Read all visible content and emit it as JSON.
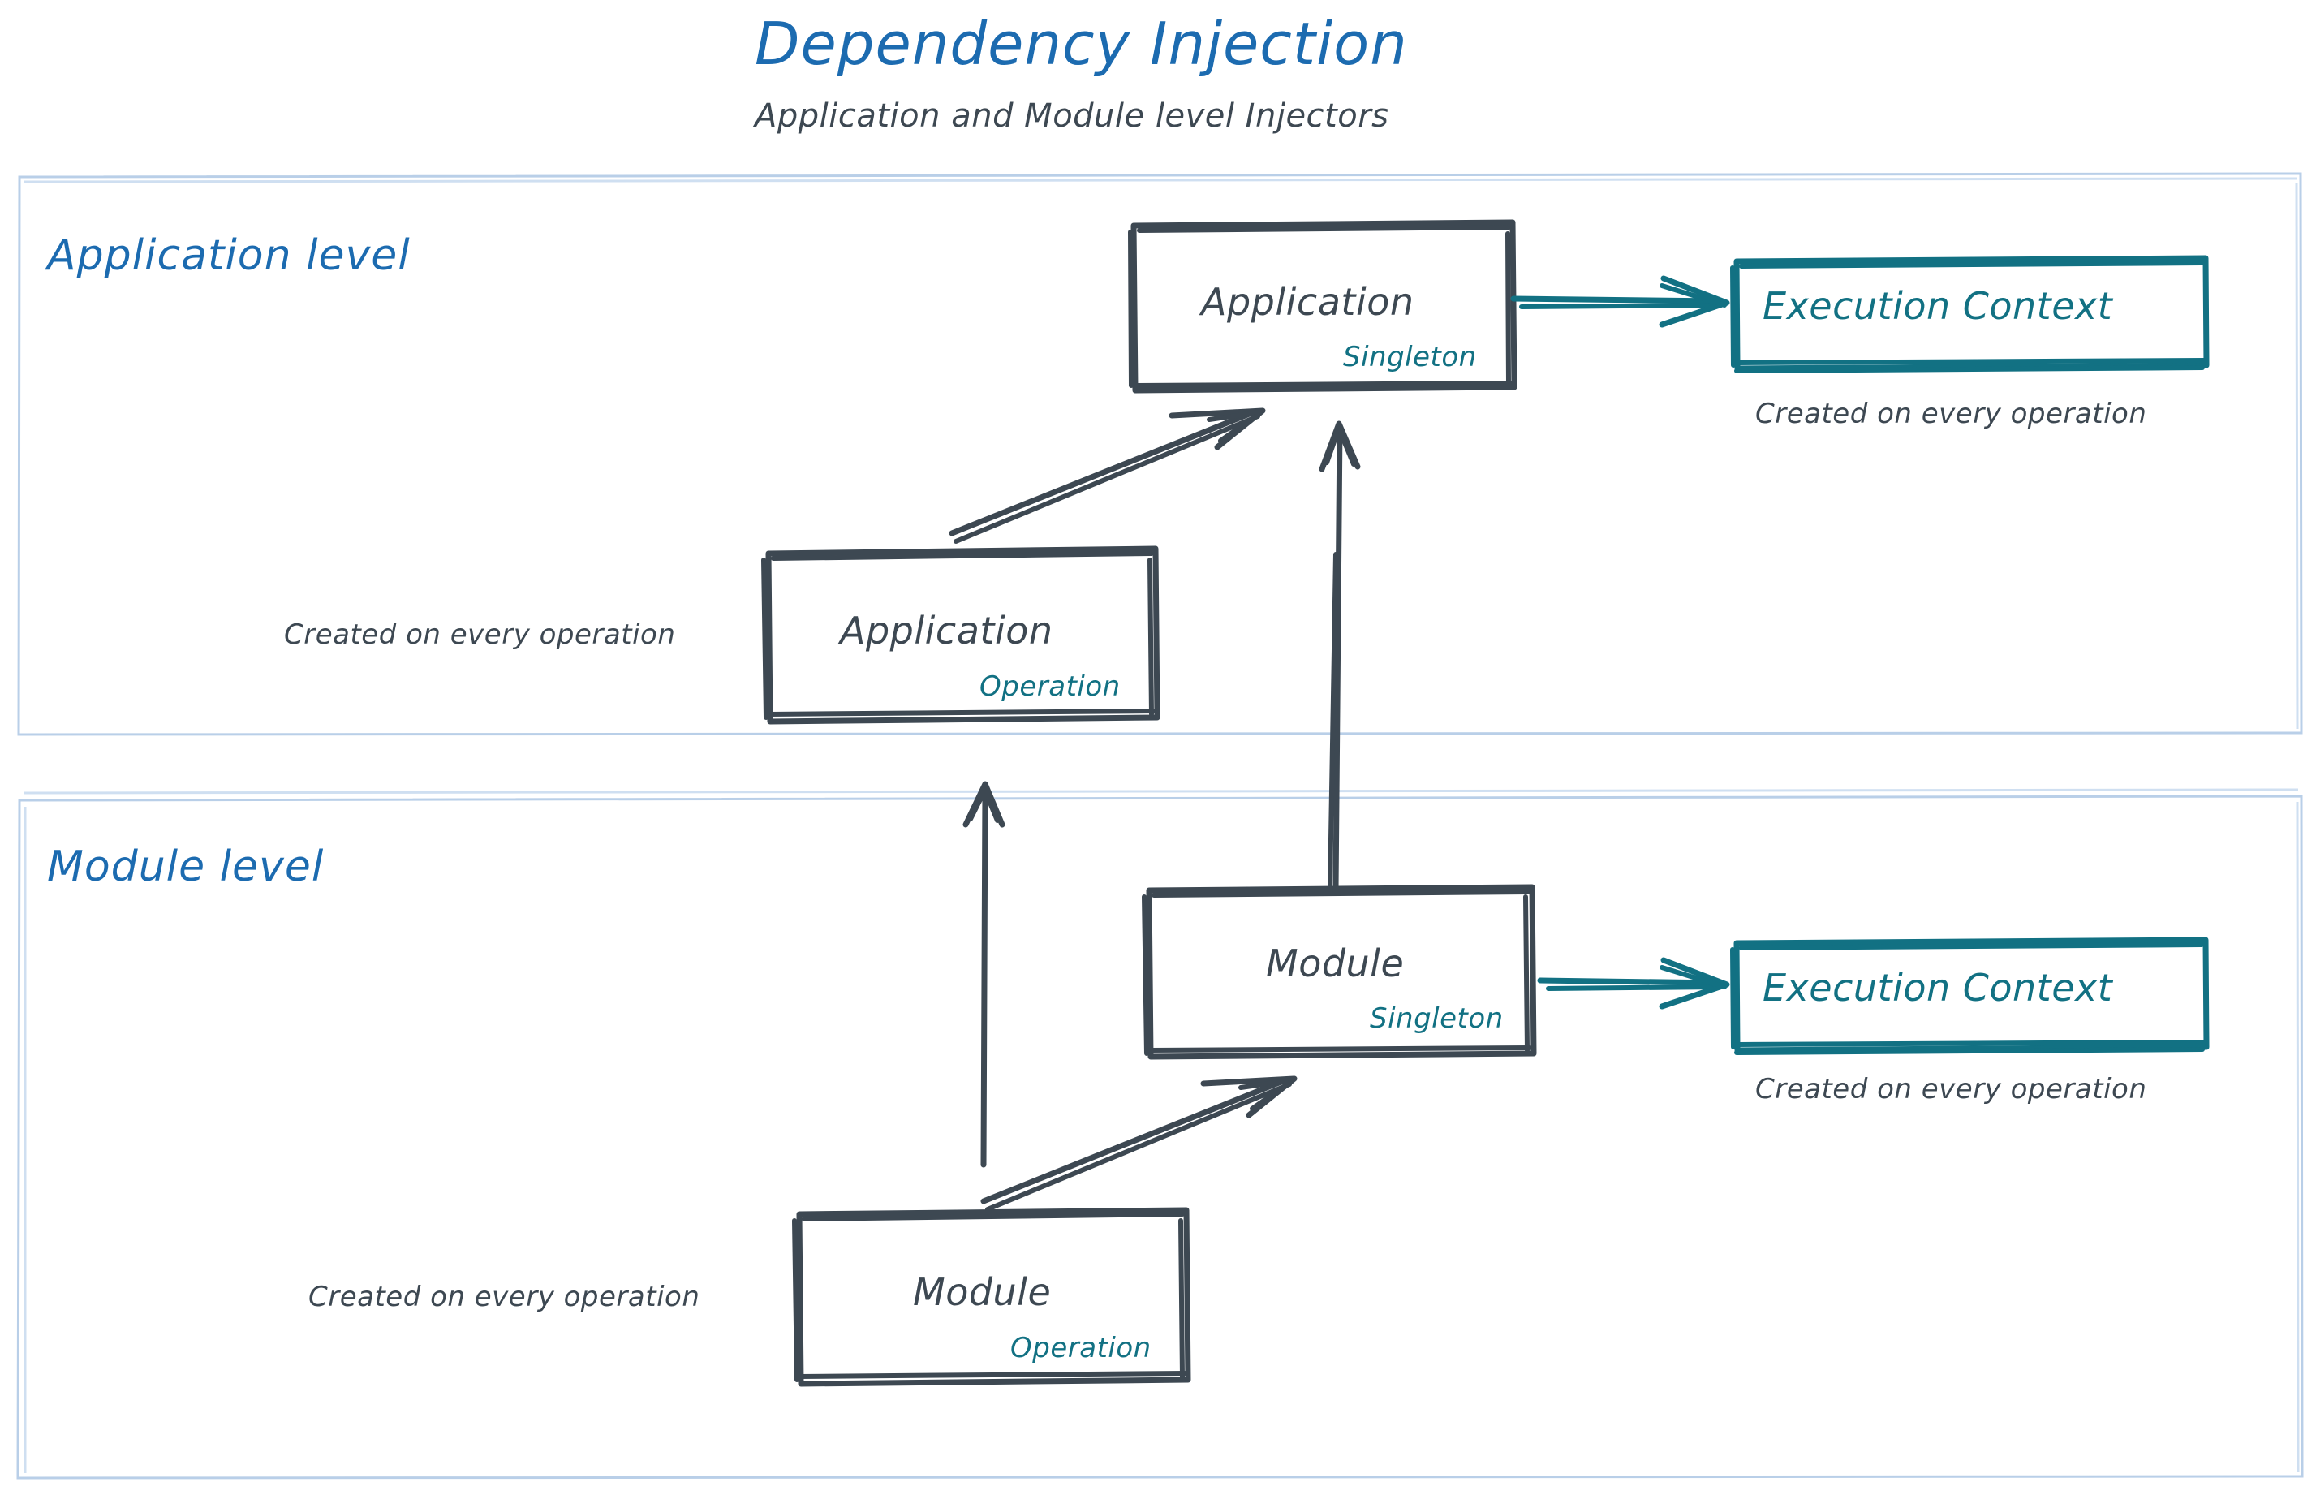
{
  "header": {
    "title": "Dependency Injection",
    "subtitle": "Application and Module level Injectors"
  },
  "colors": {
    "title_blue": "#1c6bb0",
    "container_border": "#b9cfe8",
    "ink_dark": "#3d4852",
    "teal": "#127183",
    "background": "#ffffff"
  },
  "sections": [
    {
      "id": "application-level",
      "label": "Application level",
      "nodes": [
        {
          "id": "application-singleton",
          "title": "Application",
          "scope": "Singleton",
          "style": "dark-box"
        },
        {
          "id": "application-execution-context",
          "title": "Execution Context",
          "style": "teal-box",
          "note": "Created on every operation"
        },
        {
          "id": "application-operation",
          "title": "Application",
          "scope": "Operation",
          "style": "dark-box",
          "note": "Created on every operation"
        }
      ],
      "edges": [
        {
          "from": "application-singleton",
          "to": "application-execution-context",
          "style": "teal-arrow"
        },
        {
          "from": "application-operation",
          "to": "application-singleton",
          "style": "dark-arrow"
        }
      ]
    },
    {
      "id": "module-level",
      "label": "Module level",
      "nodes": [
        {
          "id": "module-singleton",
          "title": "Module",
          "scope": "Singleton",
          "style": "dark-box"
        },
        {
          "id": "module-execution-context",
          "title": "Execution Context",
          "style": "teal-box",
          "note": "Created on every operation"
        },
        {
          "id": "module-operation",
          "title": "Module",
          "scope": "Operation",
          "style": "dark-box",
          "note": "Created on every operation"
        }
      ],
      "edges": [
        {
          "from": "module-singleton",
          "to": "module-execution-context",
          "style": "teal-arrow"
        },
        {
          "from": "module-operation",
          "to": "module-singleton",
          "style": "dark-arrow"
        },
        {
          "from": "module-singleton",
          "to": "application-singleton",
          "style": "dark-arrow"
        },
        {
          "from": "module-operation",
          "to": "application-operation",
          "style": "dark-arrow"
        }
      ]
    }
  ],
  "labels": {
    "app_section": "Application level",
    "mod_section": "Module level",
    "application": "Application",
    "module": "Module",
    "singleton": "Singleton",
    "operation": "Operation",
    "execution_context": "Execution Context",
    "created_note": "Created on every operation"
  }
}
